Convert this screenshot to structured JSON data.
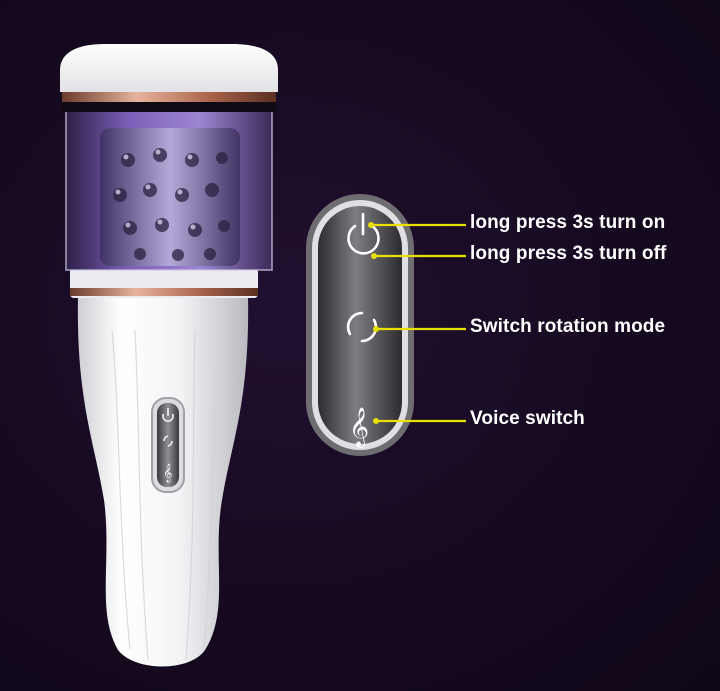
{
  "callouts": {
    "power_on": "long press 3s turn on",
    "power_off": "long press 3s turn off",
    "rotation": "Switch rotation mode",
    "voice": "Voice switch"
  },
  "icons": {
    "power": "power-icon",
    "rotation": "circle-arrows-icon",
    "voice": "treble-clef-icon"
  },
  "colors": {
    "background": "#15091f",
    "leader_line": "#e8e000",
    "accent_ring": "#c9876a",
    "chamber": "#6a4aa6"
  }
}
